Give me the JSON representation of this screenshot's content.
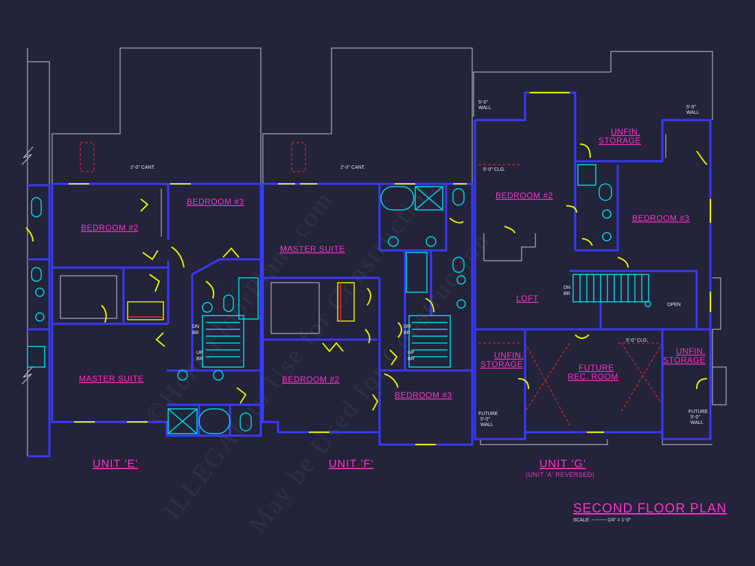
{
  "units": {
    "e": {
      "label": "UNIT 'E'",
      "rooms": {
        "bedroom2": "BEDROOM #2",
        "bedroom3": "BEDROOM #3",
        "master": "MASTER SUITE"
      }
    },
    "f": {
      "label": "UNIT 'F'",
      "rooms": {
        "master": "MASTER SUITE",
        "bedroom2": "BEDROOM #2",
        "bedroom3": "BEDROOM #3"
      }
    },
    "g": {
      "label": "UNIT 'G'",
      "sublabel": "(UNIT 'A' REVERSED)",
      "rooms": {
        "unfin_storage_top_1": "UNFIN.",
        "unfin_storage_top_2": "STORAGE",
        "bedroom2": "BEDROOM #2",
        "bedroom3": "BEDROOM #3",
        "loft": "LOFT",
        "unfin_storage_left_1": "UNFIN.",
        "unfin_storage_left_2": "STORAGE",
        "future_rec_1": "FUTURE",
        "future_rec_2": "REC. ROOM",
        "unfin_storage_right_1": "UNFIN.",
        "unfin_storage_right_2": "STORAGE"
      }
    }
  },
  "notes": {
    "cant_e": "2'-0\" CANT.",
    "cant_f": "2'-0\" CANT.",
    "clg_bed2": "5'-0\" CLG.",
    "wall_tl_1": "5'-0\"",
    "wall_tl_2": "WALL",
    "wall_tr_1": "5'-0\"",
    "wall_tr_2": "WALL",
    "clg_right": "5'-0\" CLG.",
    "open": "OPEN",
    "dn": "DN",
    "br": "BR",
    "up": "UP",
    "future_wall_l_1": "FUTURE",
    "future_wall_l_2": "5'-0\"",
    "future_wall_l_3": "WALL",
    "future_wall_r_1": "FUTURE",
    "future_wall_r_2": "5'-0\"",
    "future_wall_r_3": "WALL"
  },
  "title": {
    "text": "SECOND FLOOR PLAN",
    "scale": "SCALE: ----------1/4\" = 1'-0\""
  },
  "watermark": {
    "line1": "©HomeFloorPlans.com",
    "line2": "ILLEGAL to Use for Construction",
    "line3": "May be Used for Construction"
  },
  "colors": {
    "background": "#232339",
    "wall": "#3a3aff",
    "outline": "#c8c8d8",
    "label": "#ff33cc",
    "fixture": "#00d8e8",
    "door": "#e8f000",
    "dashed": "#ff2a2a"
  }
}
